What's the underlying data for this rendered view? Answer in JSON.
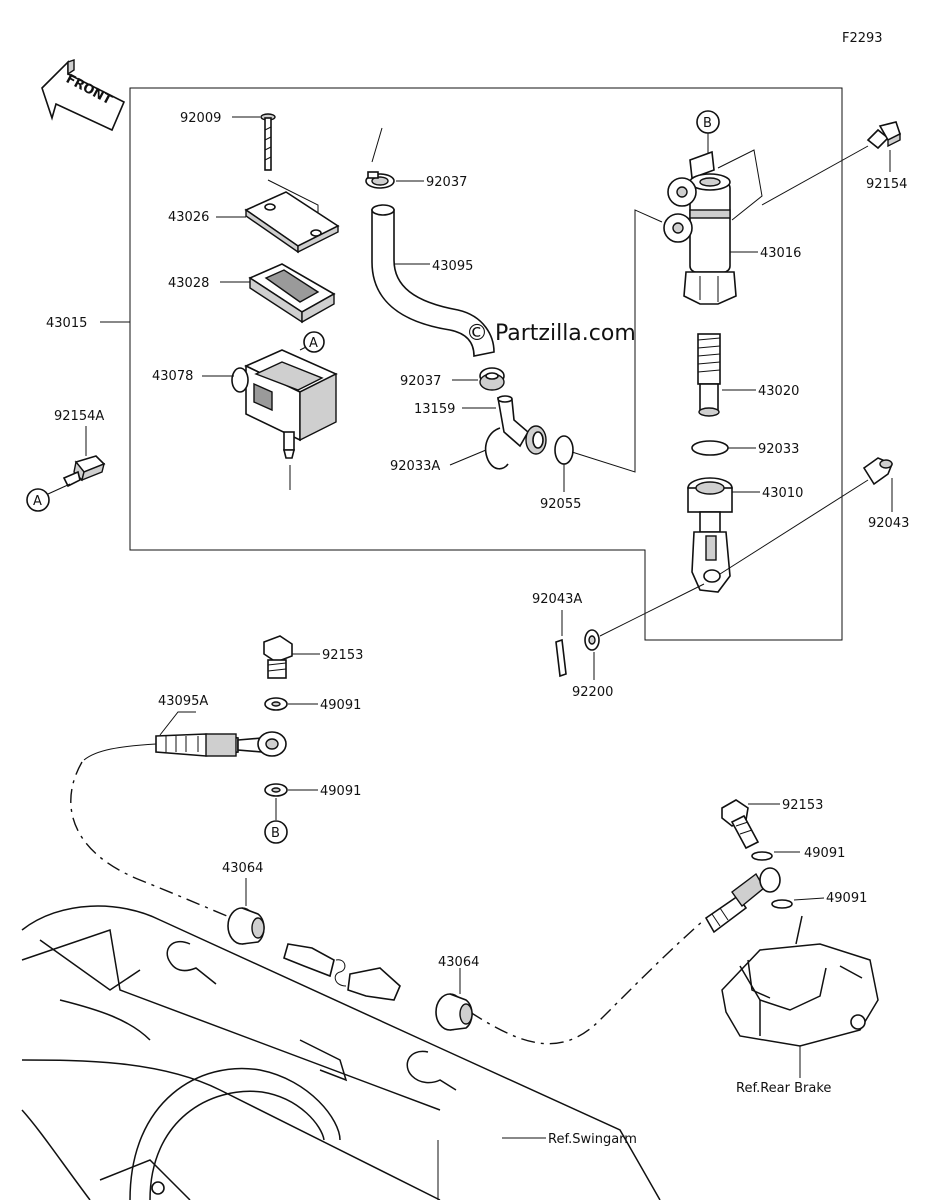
{
  "diagram_code": "F2293",
  "front_label": "FRONT",
  "watermark": "© Partzilla.com",
  "markers": {
    "a": "A",
    "b": "B"
  },
  "parts": {
    "p92009": "92009",
    "p43026": "43026",
    "p43028": "43028",
    "p43015": "43015",
    "p43078": "43078",
    "p92154A": "92154A",
    "p92037_top": "92037",
    "p43095": "43095",
    "p92037_mid": "92037",
    "p13159": "13159",
    "p92033A": "92033A",
    "p92055": "92055",
    "p43016": "43016",
    "p92154": "92154",
    "p43020": "43020",
    "p92033": "92033",
    "p43010": "43010",
    "p92043": "92043",
    "p92043A": "92043A",
    "p92200": "92200",
    "p92153_top": "92153",
    "p49091_a": "49091",
    "p43095A": "43095A",
    "p49091_b": "49091",
    "p43064_a": "43064",
    "p43064_b": "43064",
    "p92153_right": "92153",
    "p49091_c": "49091",
    "p49091_d": "49091"
  },
  "references": {
    "rear_brake": "Ref.Rear Brake",
    "swingarm": "Ref.Swingarm"
  }
}
